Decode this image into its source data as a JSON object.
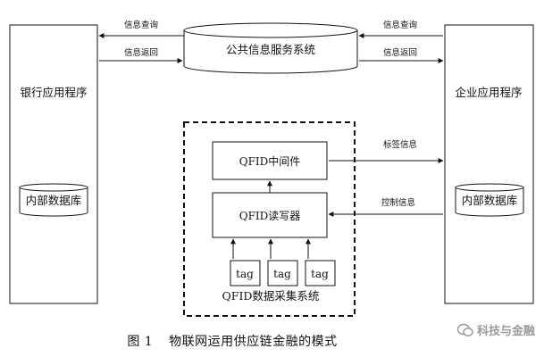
{
  "diagram": {
    "bank_app": "银行应用程序",
    "enterprise_app": "企业应用程序",
    "bank_db": "内部数据库",
    "enterprise_db": "内部数据库",
    "public_service": "公共信息服务系统",
    "middleware": "QFID中间件",
    "reader_writer": "QFID读写器",
    "tags": [
      "tag",
      "tag",
      "tag"
    ],
    "collection_system": "QFID数据采集系统",
    "edges": {
      "info_query_left": "信息查询",
      "info_return_left": "信息返回",
      "info_query_right": "信息查询",
      "info_return_right": "信息返回",
      "tag_info": "标签信息",
      "control_info": "控制信息"
    }
  },
  "caption": {
    "number": "图 1",
    "text": "物联网运用供应链金融的模式"
  },
  "watermark": "科技与金融"
}
